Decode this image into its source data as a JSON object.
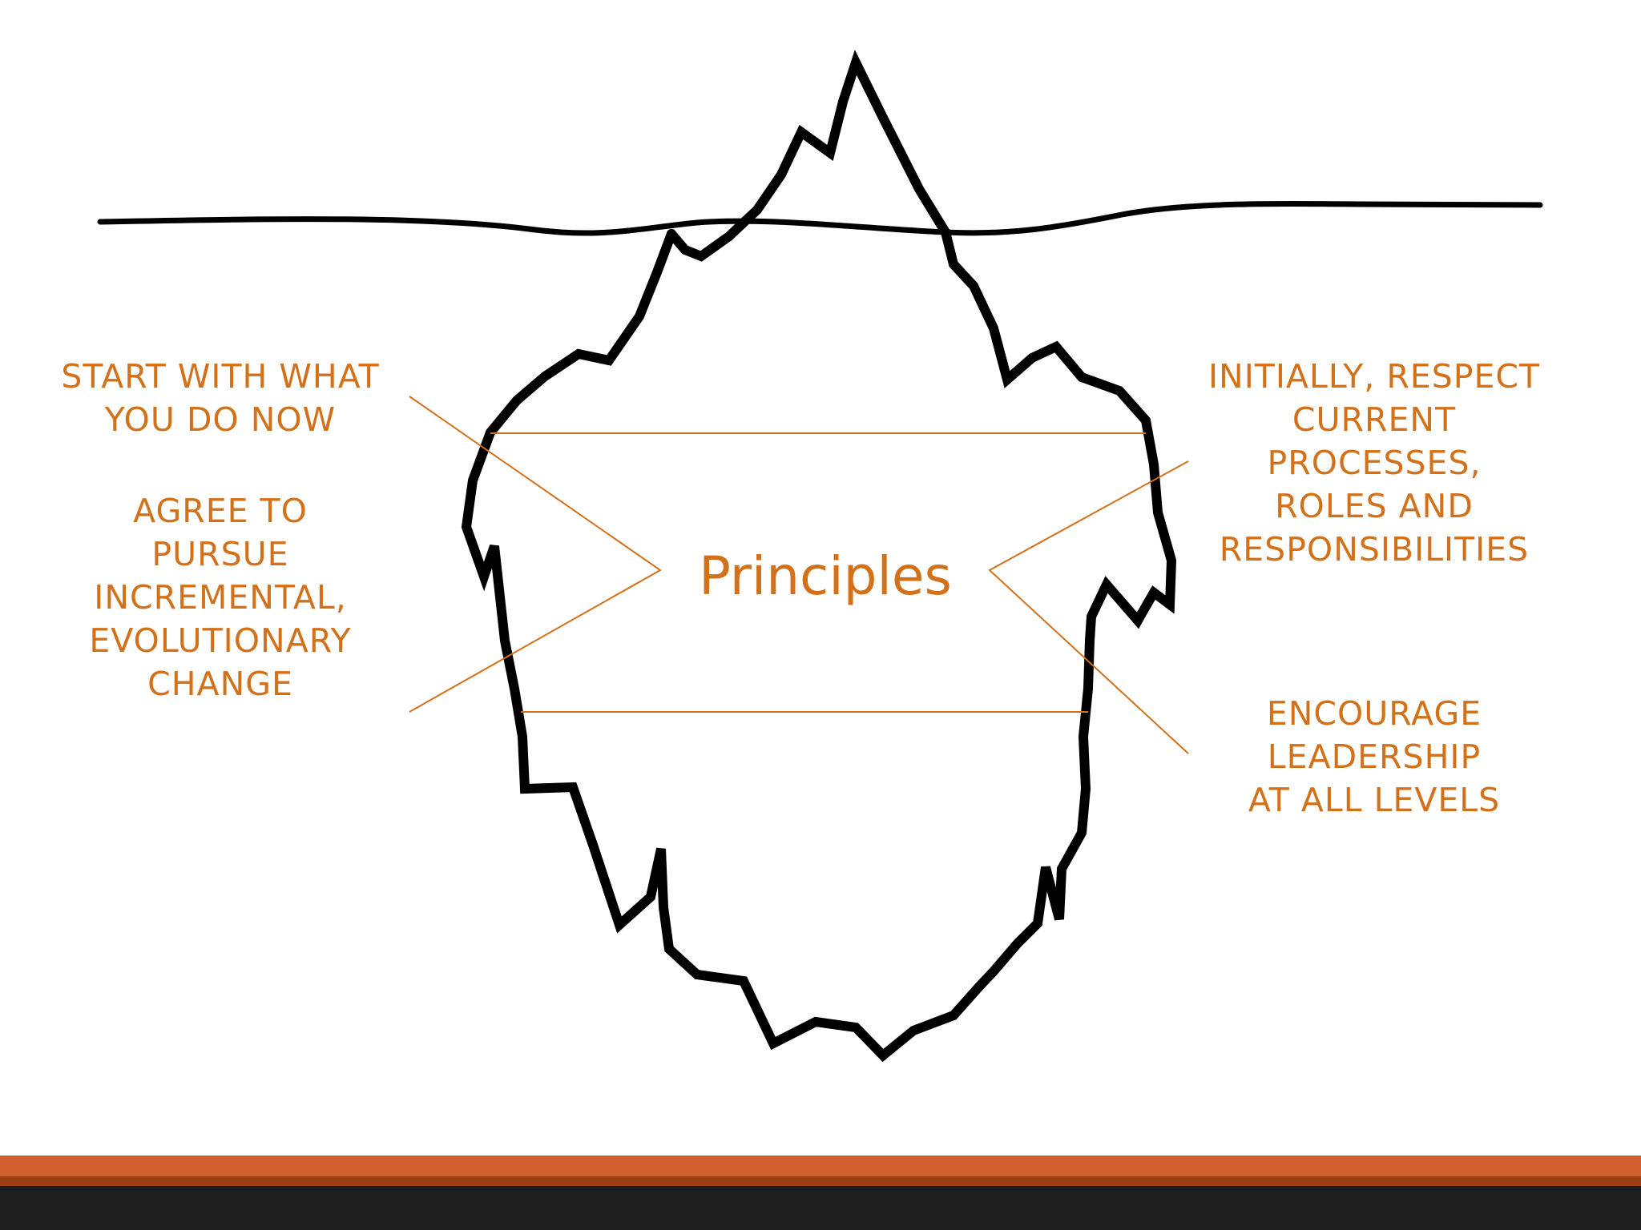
{
  "center_title": "Principles",
  "labels": {
    "start_with_what_you_do_now": [
      "START WITH WHAT",
      "YOU DO NOW"
    ],
    "agree_to_pursue": [
      "AGREE TO",
      "PURSUE",
      "INCREMENTAL,",
      "EVOLUTIONARY",
      "CHANGE"
    ],
    "initially_respect": [
      "INITIALLY, RESPECT",
      "CURRENT",
      "PROCESSES,",
      "ROLES AND",
      "RESPONSIBILITIES"
    ],
    "encourage_leadership": [
      "ENCOURAGE",
      "LEADERSHIP",
      "AT ALL LEVELS"
    ]
  },
  "colors": {
    "accent": "#d2711a",
    "outline": "#000000",
    "background": "#ffffff",
    "footer_orange": "#d2602e",
    "footer_brown": "#9a3d10",
    "footer_dark": "#1e1e1e"
  },
  "icons": {
    "iceberg": "iceberg-outline-icon",
    "water": "waterline-icon"
  }
}
